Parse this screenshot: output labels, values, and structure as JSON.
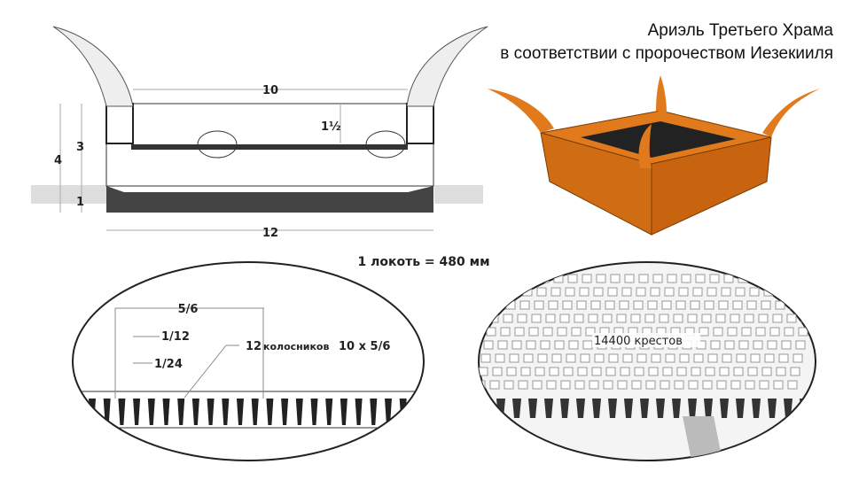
{
  "title": {
    "line1": "Ариэль Третьего Храма",
    "line2": "в соответствии с пророчеством Иезекииля"
  },
  "section": {
    "dim_top": "10",
    "dim_bottom": "12",
    "dim_height_total": "4",
    "dim_upper": "3",
    "dim_lower": "1",
    "dim_grate": "1½"
  },
  "unit_note": "1 локоть = 480 мм",
  "detail_left": {
    "dim_bar": "5/6",
    "dim_gap": "1/12",
    "dim_half": "1/24",
    "label_count": "12",
    "label_text": "колосников",
    "label_size": "10 x 5/6"
  },
  "detail_right": {
    "label": "14400 крестов"
  },
  "colors": {
    "wood": "#e07a1c",
    "dark": "#444444"
  }
}
